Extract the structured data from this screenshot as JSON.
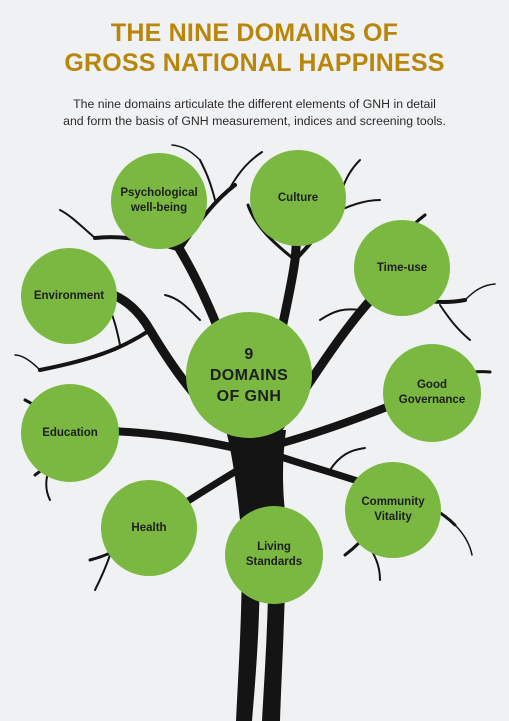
{
  "title": {
    "line1": "THE NINE DOMAINS OF",
    "line2": "GROSS NATIONAL HAPPINESS"
  },
  "subtitle": {
    "line1": "The nine domains articulate the different elements of GNH in detail",
    "line2": "and form the basis of GNH measurement, indices and screening tools."
  },
  "center": {
    "line1": "9",
    "line2": "DOMAINS",
    "line3": "OF GNH"
  },
  "domains": {
    "psychological": {
      "line1": "Psychological",
      "line2": "well-being"
    },
    "culture": {
      "line1": "Culture"
    },
    "time_use": {
      "line1": "Time-use"
    },
    "environment": {
      "line1": "Environment"
    },
    "good_governance": {
      "line1": "Good",
      "line2": "Governance"
    },
    "education": {
      "line1": "Education"
    },
    "community_vitality": {
      "line1": "Community",
      "line2": "Vitality"
    },
    "health": {
      "line1": "Health"
    },
    "living_standards": {
      "line1": "Living",
      "line2": "Standards"
    }
  },
  "colors": {
    "title": "#b8860b",
    "circle": "#7bb842",
    "tree": "#141414",
    "background": "#f0f1f2"
  }
}
